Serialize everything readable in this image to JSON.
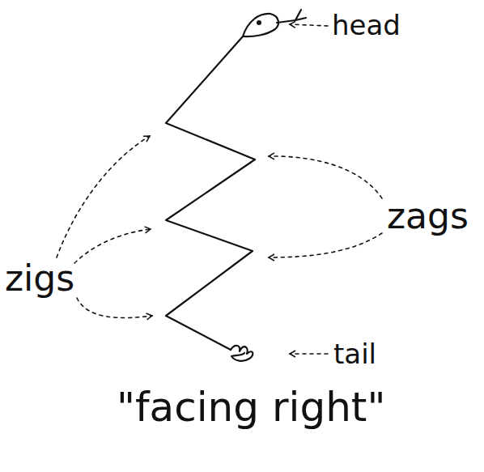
{
  "diagram": {
    "caption": "\"facing right\"",
    "labels": [
      "head",
      "zigs",
      "zags",
      "tail"
    ]
  }
}
